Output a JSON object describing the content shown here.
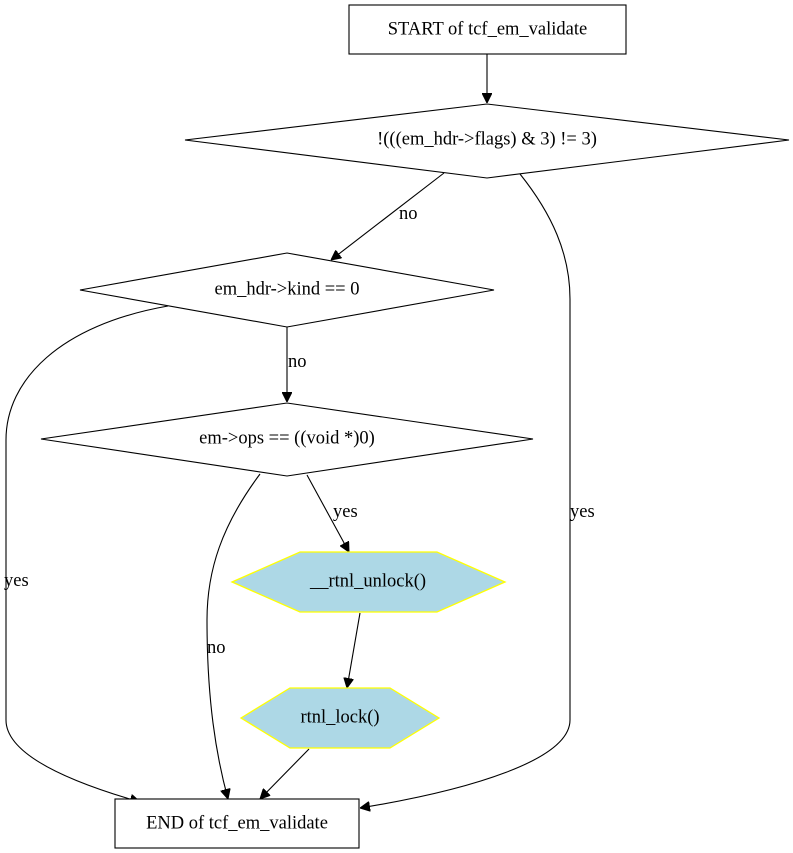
{
  "colors": {
    "call_fill": "#add8e6",
    "call_stroke": "#ffff00",
    "line": "#000000",
    "background": "#ffffff"
  },
  "nodes": {
    "start": {
      "label": "START of tcf_em_validate",
      "shape": "box"
    },
    "cond_flags": {
      "label": "!(((em_hdr->flags) & 3) != 3)",
      "shape": "diamond"
    },
    "cond_kind": {
      "label": "em_hdr->kind == 0",
      "shape": "diamond"
    },
    "cond_ops": {
      "label": "em->ops == ((void *)0)",
      "shape": "diamond"
    },
    "call_unlock": {
      "label": "__rtnl_unlock()",
      "shape": "hexagon"
    },
    "call_lock": {
      "label": "rtnl_lock()",
      "shape": "hexagon"
    },
    "end": {
      "label": "END of tcf_em_validate",
      "shape": "box"
    }
  },
  "edges": [
    {
      "from": "start",
      "to": "cond_flags",
      "label": ""
    },
    {
      "from": "cond_flags",
      "to": "cond_kind",
      "label": "no"
    },
    {
      "from": "cond_flags",
      "to": "end",
      "label": "yes"
    },
    {
      "from": "cond_kind",
      "to": "cond_ops",
      "label": "no"
    },
    {
      "from": "cond_kind",
      "to": "end",
      "label": "yes"
    },
    {
      "from": "cond_ops",
      "to": "call_unlock",
      "label": "yes"
    },
    {
      "from": "cond_ops",
      "to": "end",
      "label": "no"
    },
    {
      "from": "call_unlock",
      "to": "call_lock",
      "label": ""
    },
    {
      "from": "call_lock",
      "to": "end",
      "label": ""
    }
  ]
}
